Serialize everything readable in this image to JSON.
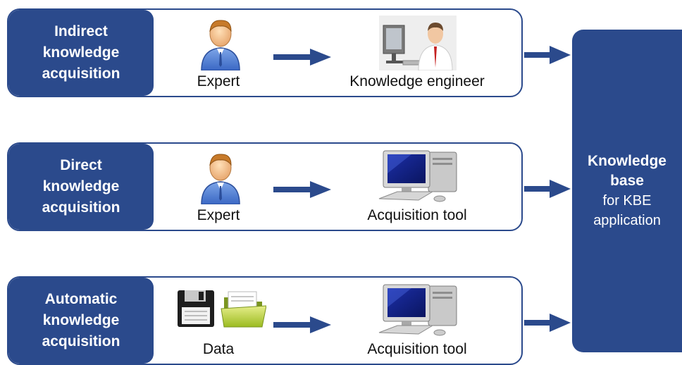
{
  "rows": [
    {
      "label_lines": [
        "Indirect",
        "knowledge",
        "acquisition"
      ],
      "source": {
        "icon": "expert-icon",
        "caption": "Expert"
      },
      "target": {
        "icon": "knowledge-engineer-icon",
        "caption": "Knowledge  engineer"
      }
    },
    {
      "label_lines": [
        "Direct",
        "knowledge",
        "acquisition"
      ],
      "source": {
        "icon": "expert-icon",
        "caption": "Expert"
      },
      "target": {
        "icon": "computer-icon",
        "caption": "Acquisition tool"
      }
    },
    {
      "label_lines": [
        "Automatic",
        "knowledge",
        "acquisition"
      ],
      "source": {
        "icon": "floppy-disk-and-folder-icon",
        "caption": "Data"
      },
      "target": {
        "icon": "computer-icon",
        "caption": "Acquisition tool"
      }
    }
  ],
  "knowledge_base": {
    "lines_bold": [
      "Knowledge",
      "base"
    ],
    "lines_regular": [
      "for KBE",
      "application"
    ]
  },
  "colors": {
    "primary": "#2b4a8c",
    "arrow": "#2b4a8c",
    "background": "#ffffff"
  }
}
